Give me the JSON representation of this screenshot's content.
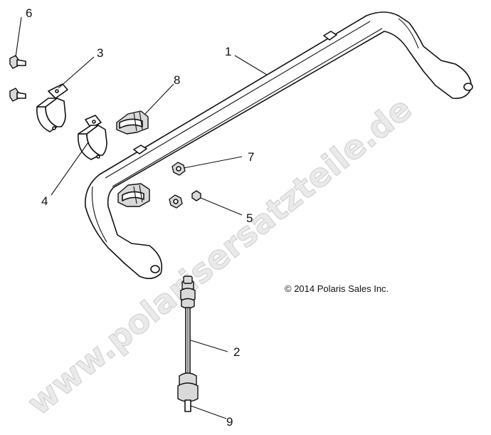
{
  "callouts": {
    "c1": "1",
    "c2": "2",
    "c3": "3",
    "c4": "4",
    "c5": "5",
    "c6": "6",
    "c7": "7",
    "c8": "8",
    "c9": "9"
  },
  "copyright": "© 2014 Polaris Sales Inc.",
  "watermark": "www.polarisersatzteile.de"
}
